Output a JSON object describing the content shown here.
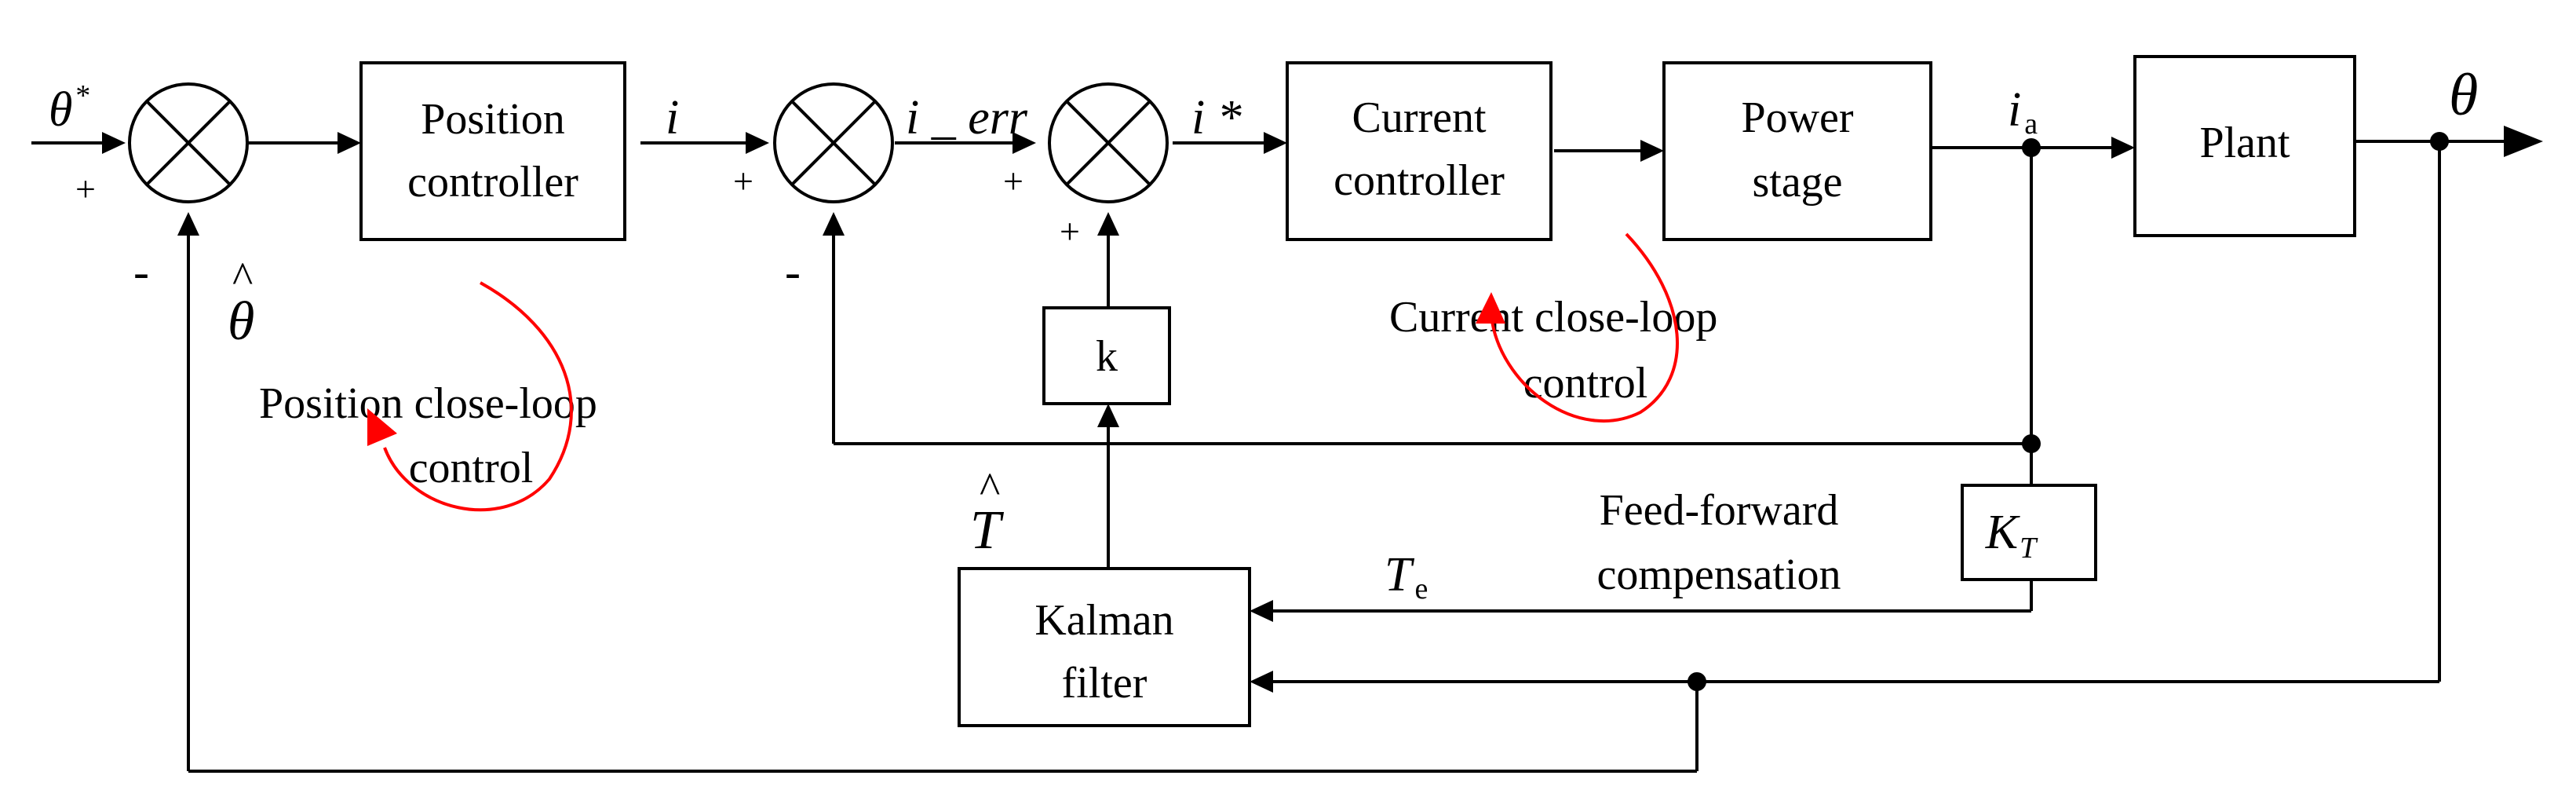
{
  "blocks": {
    "position_controller": [
      "Position",
      "controller"
    ],
    "current_controller": [
      "Current",
      "controller"
    ],
    "power_stage": [
      "Power",
      "stage"
    ],
    "plant": "Plant",
    "gain_k": "k",
    "torque_const": {
      "base": "K",
      "sub": "T"
    },
    "kalman": [
      "Kalman",
      "filter"
    ]
  },
  "signals": {
    "theta_ref": {
      "base": "θ",
      "sup": "*"
    },
    "i": "i",
    "i_err": "i _ err",
    "i_star": "i *",
    "i_a": {
      "base": "i",
      "sub": "a"
    },
    "theta_out": "θ",
    "theta_hat": {
      "base": "θ",
      "hat": "^"
    },
    "T_hat": {
      "base": "T",
      "hat": "^"
    },
    "T_e": {
      "base": "T",
      "sub": "e"
    }
  },
  "signs": {
    "sum1_plus": "+",
    "sum1_minus": "-",
    "sum2_plus": "+",
    "sum2_minus": "-",
    "sum3_plus_left": "+",
    "sum3_plus_bottom": "+"
  },
  "annotations": {
    "position_loop": [
      "Position close-loop",
      "control"
    ],
    "current_loop": [
      "Current close-loop",
      "control"
    ],
    "feedforward": [
      "Feed-forward",
      "compensation"
    ]
  },
  "colors": {
    "annotation_arrow": "#ff0000",
    "lines": "#000000"
  }
}
